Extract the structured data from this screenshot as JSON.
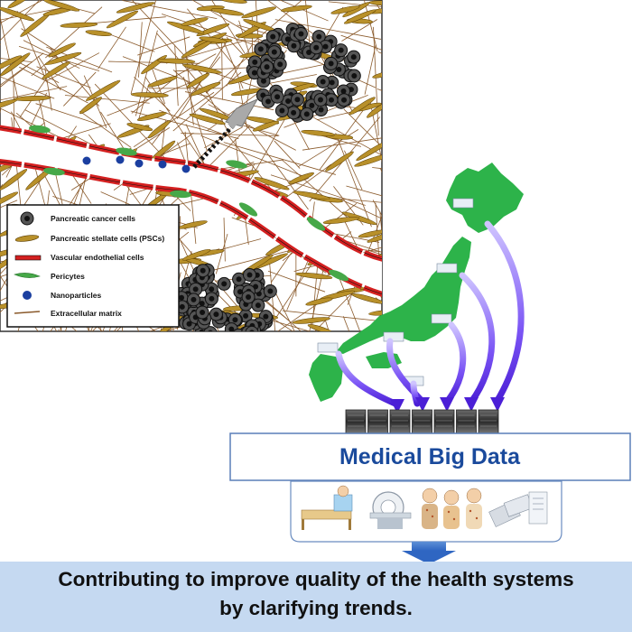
{
  "legend": {
    "items": [
      {
        "label": "Pancreatic cancer cells",
        "symbol": "cancer-cell-icon"
      },
      {
        "label": "Pancreatic stellate cells (PSCs)",
        "symbol": "stellate-cell-icon"
      },
      {
        "label": "Vascular endothelial cells",
        "symbol": "endothelial-cell-icon"
      },
      {
        "label": "Pericytes",
        "symbol": "pericyte-icon"
      },
      {
        "label": "Nanoparticles",
        "symbol": "nanoparticle-icon"
      },
      {
        "label": "Extracellular matrix",
        "symbol": "ecm-fiber-icon"
      }
    ]
  },
  "big_data": {
    "title": "Medical Big Data"
  },
  "banner": {
    "line1": "Contributing to improve quality of the health systems",
    "line2": "by clarifying trends."
  },
  "colors": {
    "stellate_cell": "#b8902a",
    "fiber": "#8a5a2b",
    "vessel_red": "#d42020",
    "pericyte": "#46a848",
    "nanoparticle": "#1b3fa0",
    "cancer_cell": "#555555",
    "japan_map": "#2db34a",
    "arrow_purple": "#6a3df0",
    "big_data_text": "#1a4a9c",
    "banner_bg": "#c5d9f1"
  }
}
